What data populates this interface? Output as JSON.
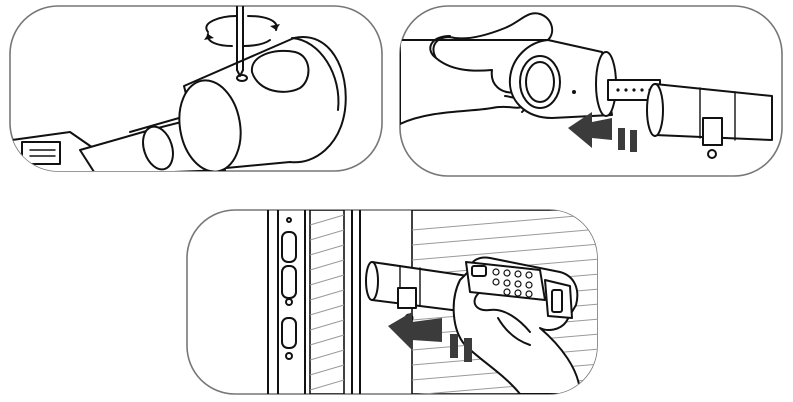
{
  "figure": {
    "panels": [
      {
        "id": "panel-1",
        "caption": ""
      },
      {
        "id": "panel-2",
        "caption": ""
      },
      {
        "id": "panel-3",
        "caption": ""
      }
    ],
    "colors": {
      "frame": "#777777",
      "line": "#111111",
      "arrow": "#3b3b3b",
      "background": "#ffffff"
    },
    "icons": [
      "screwdriver-icon",
      "rotate-arrows-icon",
      "push-arrow-icon",
      "keypad-icon"
    ]
  }
}
